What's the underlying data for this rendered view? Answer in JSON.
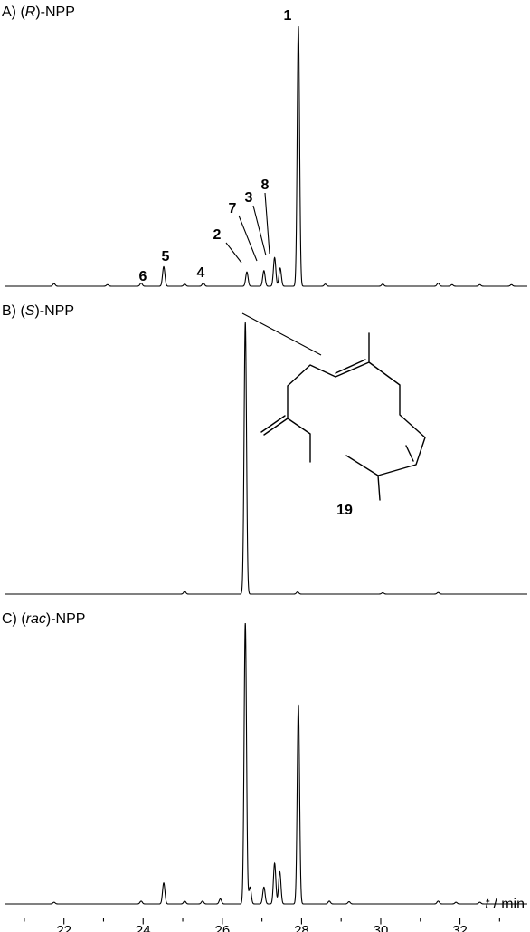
{
  "chart_data": {
    "type": "line",
    "x_axis": {
      "label_var": "t",
      "label_unit": " / min",
      "range": [
        20.5,
        33.7
      ],
      "ticks": [
        22,
        24,
        26,
        28,
        30,
        32
      ],
      "tick_labels": [
        "22",
        "24",
        "26",
        "28",
        "30",
        "32"
      ]
    },
    "y_axis": {
      "visible": false
    },
    "grid": false,
    "panels": [
      {
        "id": "A",
        "label_prefix": "A) (",
        "label_italic": "R",
        "label_suffix": ")-NPP",
        "peaks": [
          {
            "t": 21.75,
            "h": 0.01
          },
          {
            "t": 23.1,
            "h": 0.006
          },
          {
            "t": 23.95,
            "h": 0.012,
            "label": "6"
          },
          {
            "t": 24.52,
            "h": 0.075,
            "label": "5"
          },
          {
            "t": 25.05,
            "h": 0.008
          },
          {
            "t": 25.52,
            "h": 0.012,
            "label": "4"
          },
          {
            "t": 26.62,
            "h": 0.055,
            "label": "2"
          },
          {
            "t": 27.05,
            "h": 0.06,
            "label": "7"
          },
          {
            "t": 27.32,
            "h": 0.11,
            "label": "3"
          },
          {
            "t": 27.46,
            "h": 0.07,
            "label": "8"
          },
          {
            "t": 27.92,
            "h": 1.0,
            "label": "1"
          },
          {
            "t": 28.6,
            "h": 0.008
          },
          {
            "t": 30.05,
            "h": 0.008
          },
          {
            "t": 31.45,
            "h": 0.012
          },
          {
            "t": 31.8,
            "h": 0.006
          },
          {
            "t": 32.5,
            "h": 0.006
          },
          {
            "t": 33.3,
            "h": 0.006
          }
        ]
      },
      {
        "id": "B",
        "label_prefix": "B) (",
        "label_italic": "S",
        "label_suffix": ")-NPP",
        "compound_label": "19",
        "peaks": [
          {
            "t": 25.05,
            "h": 0.01
          },
          {
            "t": 26.58,
            "h": 1.0
          },
          {
            "t": 27.9,
            "h": 0.008
          },
          {
            "t": 30.05,
            "h": 0.005
          },
          {
            "t": 31.45,
            "h": 0.006
          }
        ]
      },
      {
        "id": "C",
        "label_prefix": "C) (",
        "label_italic": "rac",
        "label_suffix": ")-NPP",
        "peaks": [
          {
            "t": 21.75,
            "h": 0.006
          },
          {
            "t": 23.95,
            "h": 0.01
          },
          {
            "t": 24.52,
            "h": 0.075
          },
          {
            "t": 25.05,
            "h": 0.01
          },
          {
            "t": 25.5,
            "h": 0.01
          },
          {
            "t": 25.95,
            "h": 0.018
          },
          {
            "t": 26.58,
            "h": 1.0
          },
          {
            "t": 26.7,
            "h": 0.06
          },
          {
            "t": 27.05,
            "h": 0.06
          },
          {
            "t": 27.32,
            "h": 0.145
          },
          {
            "t": 27.45,
            "h": 0.115
          },
          {
            "t": 27.92,
            "h": 0.71
          },
          {
            "t": 28.7,
            "h": 0.01
          },
          {
            "t": 29.2,
            "h": 0.008
          },
          {
            "t": 31.45,
            "h": 0.01
          },
          {
            "t": 31.9,
            "h": 0.006
          },
          {
            "t": 32.5,
            "h": 0.006
          }
        ]
      }
    ]
  }
}
